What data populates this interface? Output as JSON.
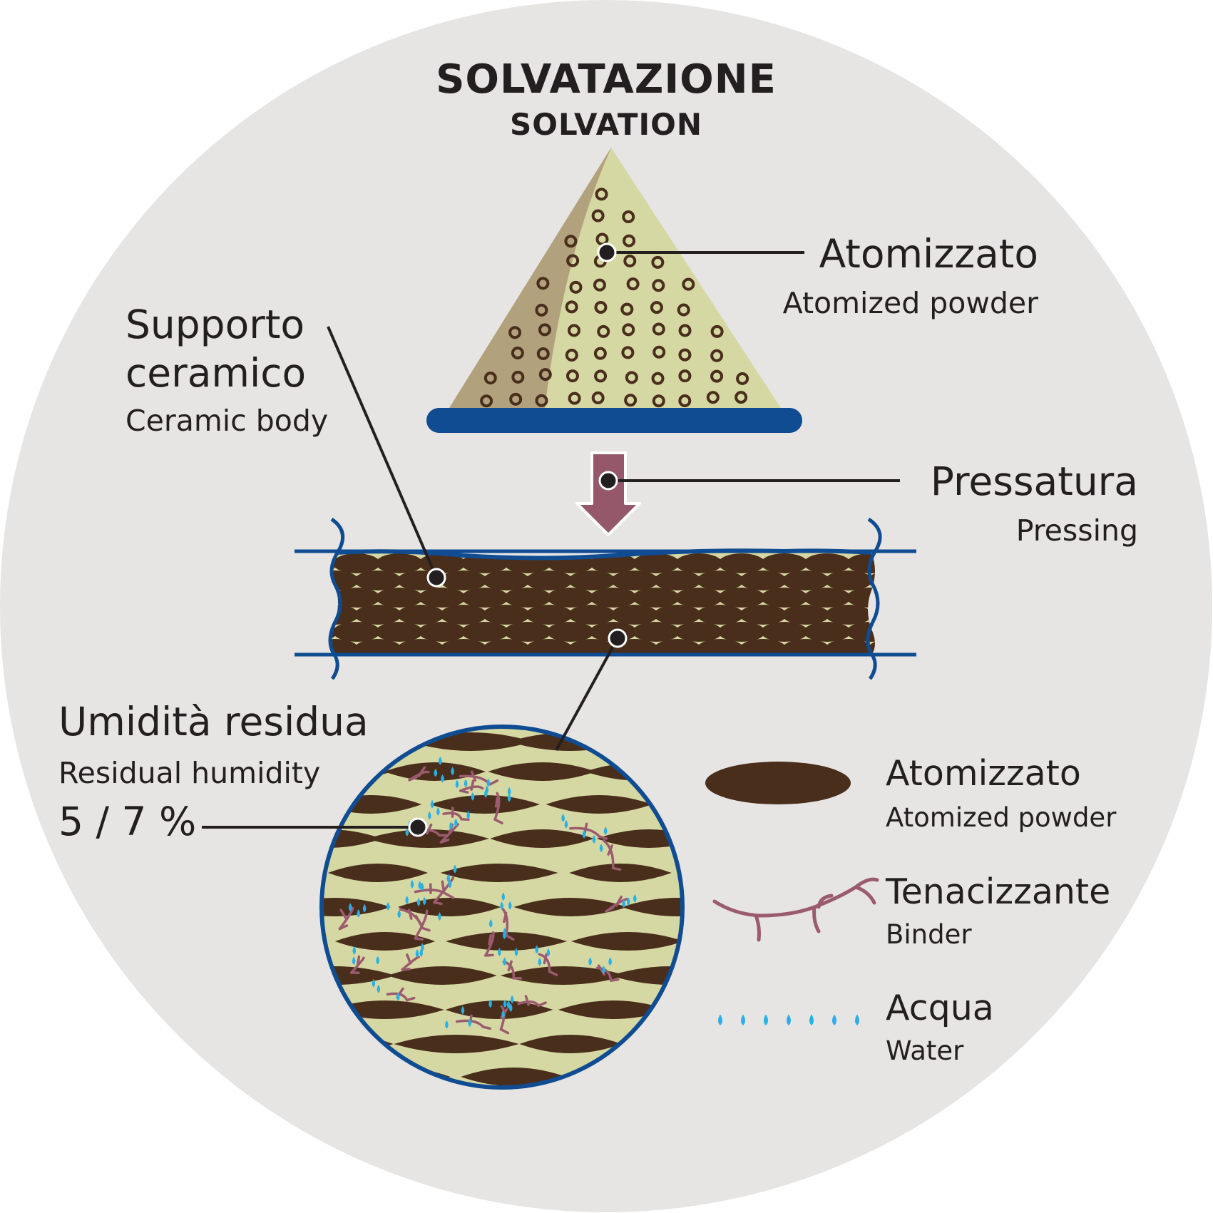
{
  "title": "SOLVATAZIONE",
  "subtitle": "SOLVATION",
  "labels": {
    "powder_it": "Atomizzato",
    "powder_en": "Atomized powder",
    "body_it_line1": "Supporto",
    "body_it_line2": "ceramico",
    "body_en": "Ceramic body",
    "pressing_it": "Pressatura",
    "pressing_en": "Pressing",
    "humidity_it": "Umidità residua",
    "humidity_en": "Residual humidity",
    "humidity_value": "5 / 7 %"
  },
  "legend": [
    {
      "it": "Atomizzato",
      "en": "Atomized powder",
      "icon": "ellipse-grain-icon"
    },
    {
      "it": "Tenacizzante",
      "en": "Binder",
      "icon": "binder-branch-icon"
    },
    {
      "it": "Acqua",
      "en": "Water",
      "icon": "water-drops-icon"
    }
  ],
  "colors": {
    "background_circle": "#e6e5e4",
    "powder_light": "#d6d8a3",
    "powder_shadow": "#b1a17c",
    "grain_brown": "#4a2e1c",
    "plate_blue": "#0f4c92",
    "arrow_mauve": "#95586b",
    "binder": "#9b5b6f",
    "water": "#27b1e6",
    "text": "#231f20"
  }
}
